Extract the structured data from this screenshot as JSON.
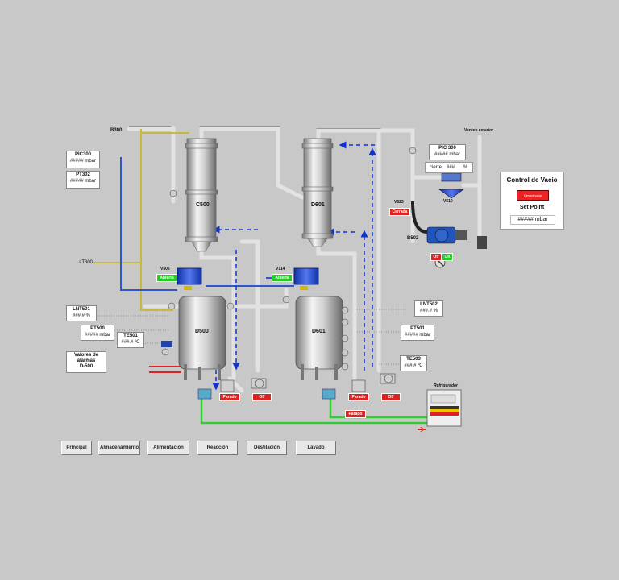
{
  "lines": {
    "b300": "B300",
    "at300": "aT300",
    "venteo": "Venteo exterior"
  },
  "vessels": {
    "c500": "C500",
    "d601_column": "D601",
    "d500": "D500",
    "d601_tank": "D601",
    "refrigerador": "Refrigerador",
    "b502": "B502"
  },
  "valves": {
    "v506": {
      "name": "V506",
      "state": "Abierta"
    },
    "v114": {
      "name": "V114",
      "state": "Abierta"
    },
    "v523": {
      "name": "V523",
      "state": "Cerrada"
    },
    "v510": {
      "name": "V510"
    }
  },
  "instruments": {
    "pic300_left": {
      "tag": "PIC300",
      "value": "##### mbar"
    },
    "pt302": {
      "tag": "PT302",
      "value": "##### mbar"
    },
    "pic300_right": {
      "tag": "PIC 300",
      "value": "##### mbar"
    },
    "cierre": {
      "label": "cierre",
      "value": "###",
      "unit": "%"
    },
    "lnt501": {
      "tag": "LNT501",
      "value": "###.# %"
    },
    "pt500": {
      "tag": "PT500",
      "value": "##### mbar"
    },
    "te501": {
      "tag": "TE501",
      "value": "###.# ºC"
    },
    "lnt502": {
      "tag": "LNT502",
      "value": "###.# %"
    },
    "pt501": {
      "tag": "PT501",
      "value": "##### mbar"
    },
    "te503": {
      "tag": "TE503",
      "value": "###.# ºC"
    }
  },
  "alarms_box": {
    "line1": "Valores de",
    "line2": "alarmas",
    "line3": "D-500"
  },
  "status_tags": {
    "pump_d500_a": "Parado",
    "pump_d500_b": "Off",
    "pump_d601_a": "Parado",
    "pump_d601_b": "Off",
    "agitator": "Parado",
    "b502_off": "Off",
    "b502_on": "On"
  },
  "vacuum_panel": {
    "title": "Control de Vacio",
    "button": "Desactivado",
    "setpoint_label": "Set Point",
    "setpoint_value": "##### mbar"
  },
  "nav": [
    {
      "label": "Principal"
    },
    {
      "label": "Almacenamiento"
    },
    {
      "label": "Alimentación"
    },
    {
      "label": "Reacción"
    },
    {
      "label": "Destilación"
    },
    {
      "label": "Lavado"
    }
  ],
  "colors": {
    "background": "#c8c8c8",
    "pipe_grey": "#d8d8d8",
    "pipe_yellow": "#c8b840",
    "pipe_blue": "#3355cc",
    "pipe_green": "#33cc33",
    "flow_arrow": "#1133cc",
    "alarm_red": "#dd2222",
    "open_green": "#22cc22"
  }
}
